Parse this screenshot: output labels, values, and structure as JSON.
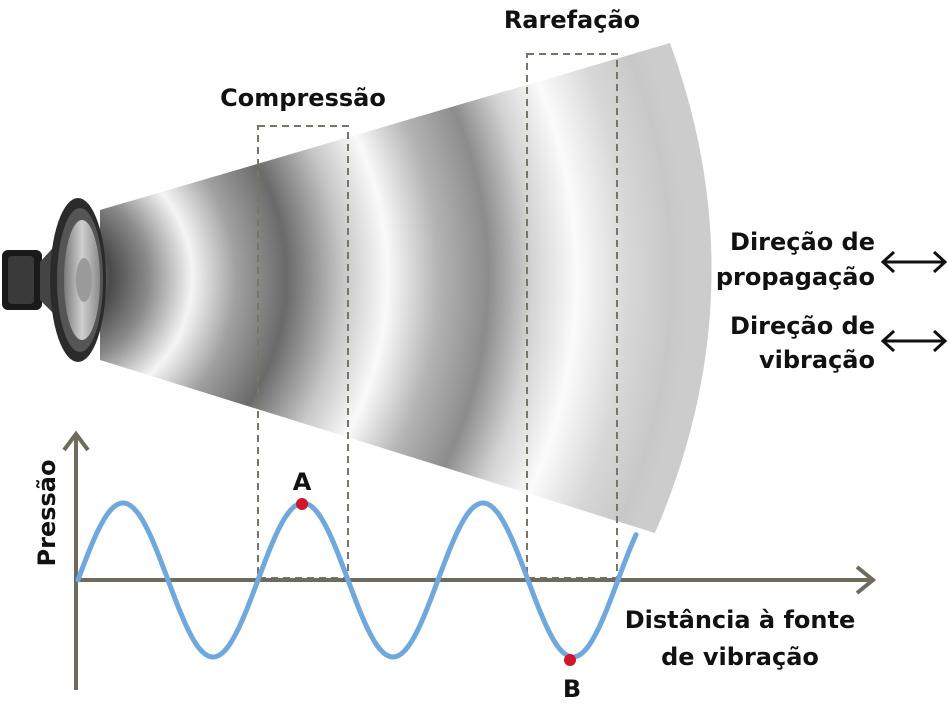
{
  "labels": {
    "compression": "Compressão",
    "rarefaction": "Rarefação",
    "propagation_direction_line1": "Direção de",
    "propagation_direction_line2": "propagação",
    "vibration_direction_line1": "Direção de",
    "vibration_direction_line2": "vibração",
    "y_axis": "Pressão",
    "x_axis_line1": "Distância à fonte",
    "x_axis_line2": "de vibração",
    "point_a": "A",
    "point_b": "B"
  },
  "wave": {
    "cycles_shown": 3.1,
    "point_a": "crest (maximum pressure)",
    "point_b": "trough (minimum pressure)"
  },
  "colors": {
    "wave_line": "#6fa8dc",
    "axes": "#6e6a5c",
    "points": "#d0152c",
    "dashed_box": "#7a7566",
    "beam_dark": "#6a6a6a",
    "beam_light": "#f4f4f4"
  },
  "icons": {
    "speaker": "speaker-icon",
    "propagation_arrow": "double-arrow-icon",
    "vibration_arrow": "double-arrow-icon"
  }
}
